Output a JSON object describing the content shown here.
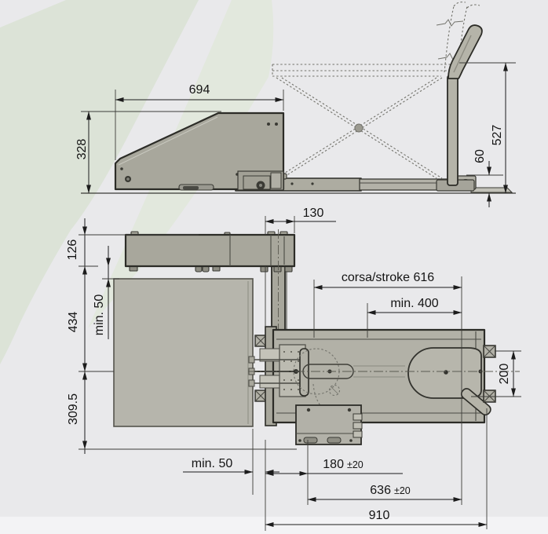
{
  "colors": {
    "background": "#e9e9eb",
    "swoosh_green": "#dce3d7",
    "swoosh_green_light": "#e2e8dd",
    "bottom_band": "#f3f3f5",
    "machine_fill": "#a8a79c",
    "fork_fill": "#b2b1a7",
    "pallet_fill": "#b6b5ac",
    "handle_fill": "#b5b4a9",
    "dim_line": "#1c1c1c"
  },
  "side_view": {
    "width": "694",
    "body_height": "328",
    "total_height": "527",
    "fork_height": "60"
  },
  "plan_view": {
    "head_offset": "130",
    "bar_depth": "126",
    "min_clearance_upper": "min. 50",
    "center_to_bar": "434",
    "center_to_base": "309.5",
    "stroke_travel": "corsa/stroke 616",
    "min_reach": "min. 400",
    "roller_spacing": "200",
    "min_clearance_side": "min. 50",
    "pusher_offset_value": "180",
    "pusher_offset_tol": "±20",
    "travel_value": "636",
    "travel_tol": "±20",
    "overall_length": "910"
  }
}
